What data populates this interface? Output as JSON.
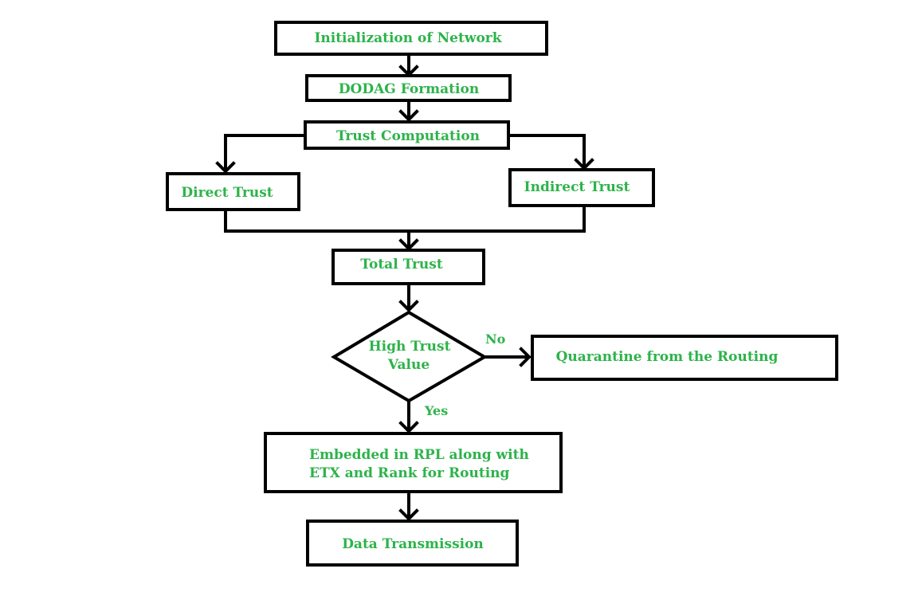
{
  "nodes": {
    "init": "Initialization of Network",
    "dodag": "DODAG Formation",
    "trust_comp": "Trust Computation",
    "direct": "Direct Trust",
    "indirect": "Indirect Trust",
    "total": "Total Trust",
    "decision_line1": "High Trust",
    "decision_line2": "Value",
    "quarantine": "Quarantine from the Routing",
    "embedded_line1": "Embedded in RPL along with",
    "embedded_line2": "ETX and Rank for Routing",
    "data_tx": "Data Transmission"
  },
  "edges": {
    "no": "No",
    "yes": "Yes"
  },
  "colors": {
    "text": "#2db34a",
    "stroke": "#000000",
    "background": "#ffffff"
  }
}
